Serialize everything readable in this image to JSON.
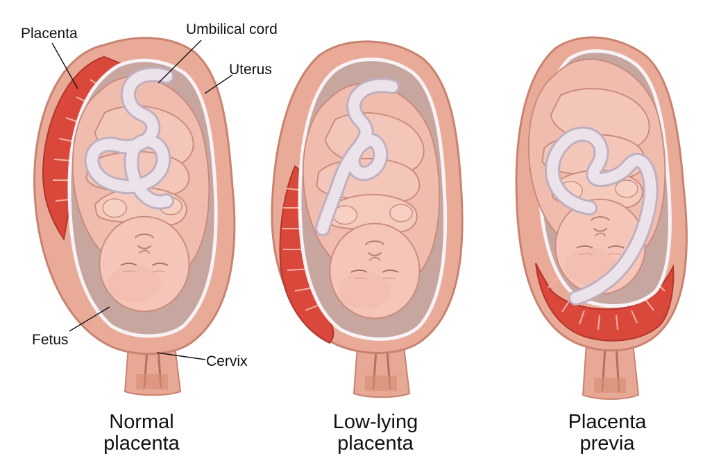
{
  "labels": {
    "placenta": "Placenta",
    "umbilical_cord": "Umbilical cord",
    "uterus": "Uterus",
    "fetus": "Fetus",
    "cervix": "Cervix"
  },
  "captions": [
    {
      "line1": "Normal",
      "line2": "placenta"
    },
    {
      "line1": "Low-lying",
      "line2": "placenta"
    },
    {
      "line1": "Placenta",
      "line2": "previa"
    }
  ],
  "colors": {
    "uterus_wall": "#e9ab98",
    "uterus_edge": "#c9826f",
    "sac": "#f3eef1",
    "cavity": "#c8a6a0",
    "placenta": "#d9483a",
    "placenta_light": "#f07462",
    "skin": "#f3c4b7",
    "skin_shadow": "#d89a8b",
    "cord": "#ece2ea",
    "cord_edge": "#bfb0bf"
  }
}
